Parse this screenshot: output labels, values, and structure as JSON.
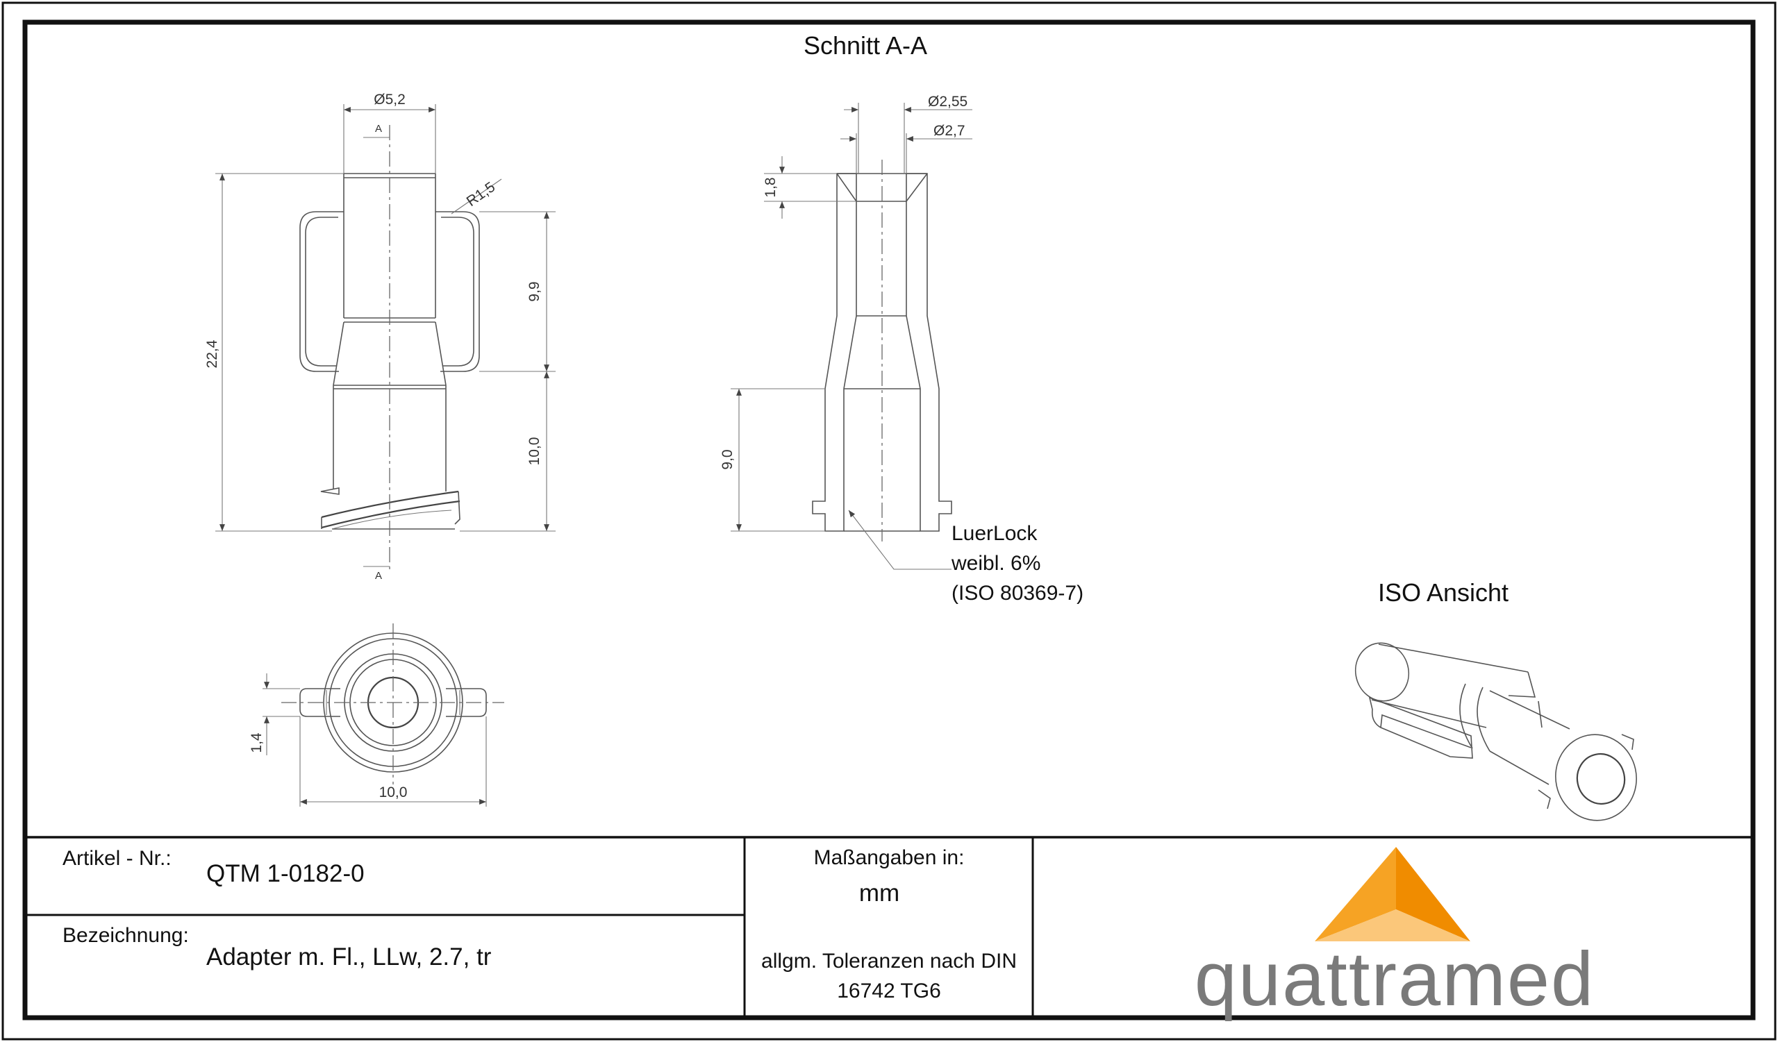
{
  "drawing": {
    "section_title": "Schnitt A-A",
    "iso_title": "ISO Ansicht",
    "section_marker": "A",
    "front_view": {
      "dim_diameter": "Ø5,2",
      "dim_radius": "R1,5",
      "dim_total_height": "22,4",
      "dim_wing_height": "9,9",
      "dim_lower_height": "10,0"
    },
    "section_view": {
      "dim_diameter_inner": "Ø2,55",
      "dim_diameter_outer": "Ø2,7",
      "dim_top": "1,8",
      "dim_bottom": "9,0"
    },
    "top_view": {
      "dim_wing_thickness": "1,4",
      "dim_width": "10,0"
    },
    "note": {
      "line1": "LuerLock",
      "line2": "weibl. 6%",
      "line3": "(ISO 80369-7)"
    }
  },
  "title_block": {
    "article_label": "Artikel - Nr.:",
    "article_value": "QTM 1-0182-0",
    "designation_label": "Bezeichnung:",
    "designation_value": "Adapter m. Fl., LLw, 2.7, tr",
    "units_label": "Maßangaben in:",
    "units_value": "mm",
    "tolerance_line1": "allgm. Toleranzen nach DIN",
    "tolerance_line2": "16742 TG6",
    "logo_text": "quattramed",
    "logo_colors": {
      "left": "#f6a324",
      "right": "#f08c00",
      "bottom": "#fbc77a"
    }
  }
}
